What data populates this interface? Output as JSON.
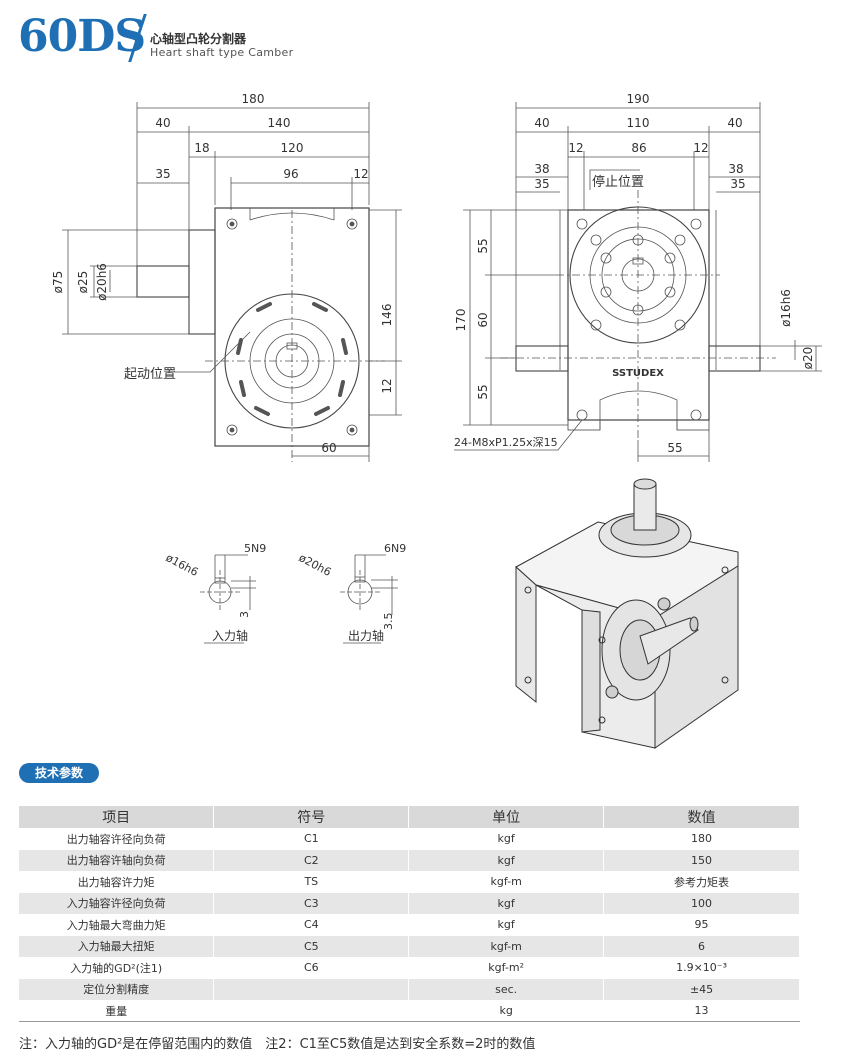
{
  "header": {
    "model": "60DS",
    "title_cn": "心轴型凸轮分割器",
    "title_en": "Heart shaft type Camber"
  },
  "drawing": {
    "front_dims": {
      "d180": "180",
      "d40": "40",
      "d140": "140",
      "d18": "18",
      "d120": "120",
      "d35": "35",
      "d96": "96",
      "d12": "12",
      "d146": "146",
      "d12v": "12",
      "d60": "60",
      "dia75": "ø75",
      "dia25": "ø25",
      "dia20h6": "ø20h6"
    },
    "side_dims": {
      "d190": "190",
      "d40a": "40",
      "d110": "110",
      "d40b": "40",
      "d12a": "12",
      "d86": "86",
      "d12b": "12",
      "d38a": "38",
      "d35a": "35",
      "d38b": "38",
      "d35b": "35",
      "d55a": "55",
      "d170": "170",
      "d60": "60",
      "d55b": "55",
      "dia16h6": "ø16h6",
      "dia20": "ø20",
      "d55c": "55"
    },
    "labels": {
      "start_position": "起动位置",
      "stop_position": "停止位置",
      "brand": "SSTUDEX",
      "bolt_spec": "24-M8xP1.25x深15"
    },
    "sections": {
      "input": {
        "dia": "ø16h6",
        "key": "5N9",
        "depth": "3",
        "caption": "入力轴"
      },
      "output": {
        "dia": "ø20h6",
        "key": "6N9",
        "depth": "3.5",
        "caption": "出力轴"
      }
    }
  },
  "section_badge": "技术参数",
  "spec_table": {
    "headers": [
      "项目",
      "符号",
      "单位",
      "数值"
    ],
    "rows": [
      [
        "出力轴容许径向负荷",
        "C1",
        "kgf",
        "180"
      ],
      [
        "出力轴容许轴向负荷",
        "C2",
        "kgf",
        "150"
      ],
      [
        "出力轴容许力矩",
        "TS",
        "kgf-m",
        "参考力矩表"
      ],
      [
        "入力轴容许径向负荷",
        "C3",
        "kgf",
        "100"
      ],
      [
        "入力轴最大弯曲力矩",
        "C4",
        "kgf",
        "95"
      ],
      [
        "入力轴最大扭矩",
        "C5",
        "kgf-m",
        "6"
      ],
      [
        "入力轴的GD²(注1)",
        "C6",
        "kgf-m²",
        "1.9×10⁻³"
      ],
      [
        "定位分割精度",
        "",
        "sec.",
        "±45"
      ],
      [
        "重量",
        "",
        "kg",
        "13"
      ]
    ]
  },
  "note": "注：入力轴的GD²是在停留范围内的数值　注2：C1至C5数值是达到安全系数=2时的数值",
  "colors": {
    "brand_blue": "#1e6fb3",
    "row_shade": "#e6e6e6",
    "header_gray": "#d9d9d9"
  }
}
